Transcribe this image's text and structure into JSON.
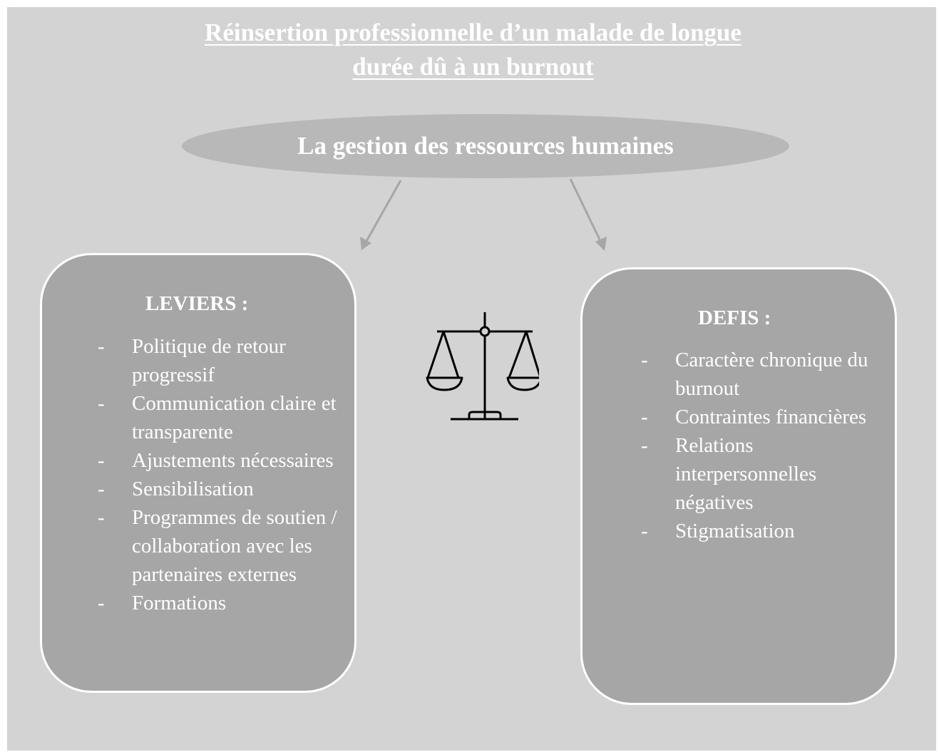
{
  "title": {
    "line1": "Réinsertion professionnelle d’un malade de longue",
    "line2": "durée dû à un burnout"
  },
  "center": {
    "label": "La gestion des ressources humaines"
  },
  "leviers": {
    "heading": "LEVIERS :",
    "bullet": "-",
    "items": [
      {
        "label": "Politique de retour progressif"
      },
      {
        "label": "Communication claire et transparente"
      },
      {
        "label": "Ajustements nécessaires"
      },
      {
        "label": "Sensibilisation"
      },
      {
        "label": "Programmes de soutien / collaboration avec les partenaires externes"
      },
      {
        "label": "Formations"
      }
    ]
  },
  "defis": {
    "heading": "DEFIS :",
    "bullet": "-",
    "items": [
      {
        "label": "Caractère chronique du burnout"
      },
      {
        "label": "Contraintes financières"
      },
      {
        "label": "Relations interpersonnelles négatives"
      },
      {
        "label": "Stigmatisation"
      }
    ]
  },
  "icons": {
    "balance": "balance-scale-icon"
  },
  "colors": {
    "background": "#d3d3d3",
    "ellipse": "#b8b8b8",
    "box": "#a6a6a6",
    "arrow": "#a6a6a6",
    "text": "#ffffff"
  }
}
